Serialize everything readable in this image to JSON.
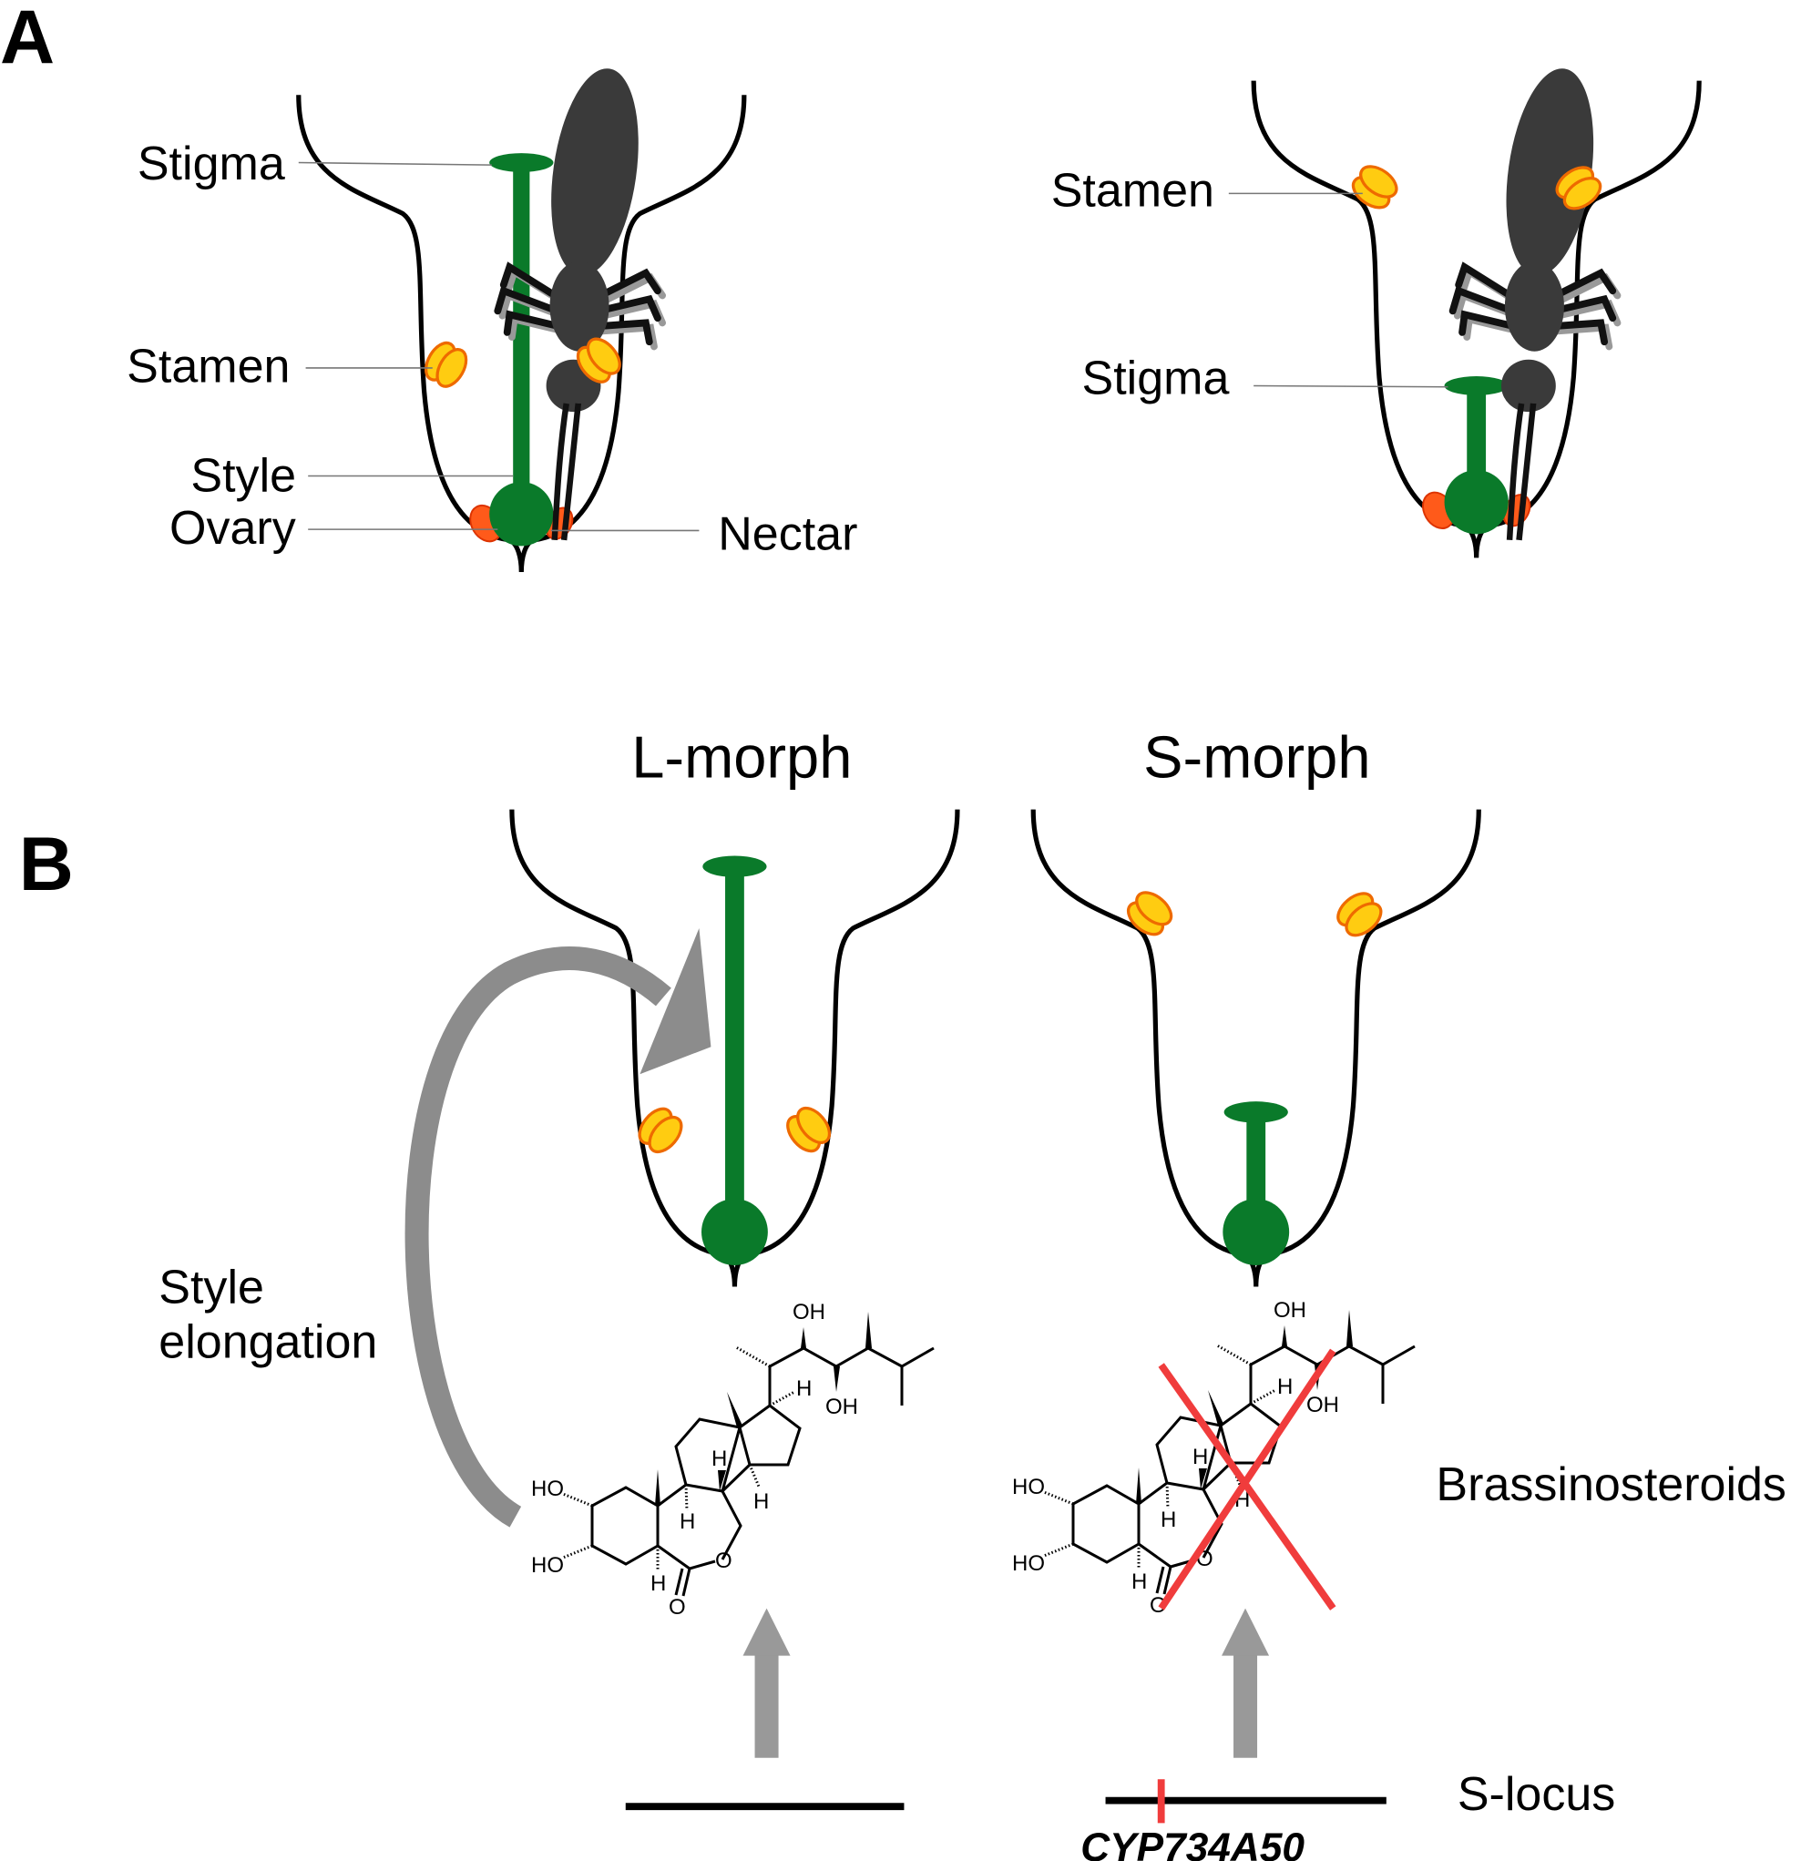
{
  "panel_a": {
    "label": "A",
    "left_flower": {
      "stigma": "Stigma",
      "stamen": "Stamen",
      "style": "Style",
      "ovary": "Ovary",
      "nectar": "Nectar"
    },
    "right_flower": {
      "stamen": "Stamen",
      "stigma": "Stigma"
    }
  },
  "panel_b": {
    "label": "B",
    "l_morph": "L-morph",
    "s_morph": "S-morph",
    "style_elongation": [
      "Style",
      "elongation"
    ],
    "brassinosteroids": "Brassinosteroids",
    "s_locus": "S-locus",
    "gene": "CYP734A50",
    "atoms": {
      "oh": "OH",
      "ho": "HO",
      "h": "H",
      "o": "O"
    }
  },
  "colors": {
    "pistil": "#0a7a2a",
    "stamen": "#ffcc11",
    "nectar": "#ff5a1a",
    "arrow": "#8c8c8c",
    "cross": "#f03c3c",
    "insect": "#3a3a3a"
  }
}
